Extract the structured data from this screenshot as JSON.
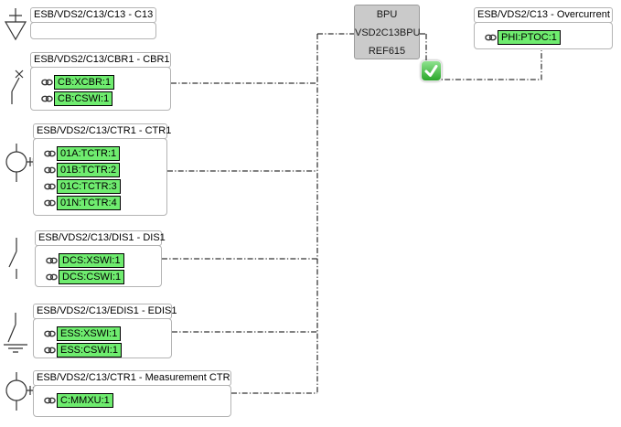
{
  "diagram": {
    "nodes": [
      {
        "title": "ESB/VDS2/C13/C13 - C13",
        "icon": "load-symbol",
        "items": []
      },
      {
        "title": "ESB/VDS2/C13/CBR1 - CBR1",
        "icon": "circuit-breaker-symbol",
        "items": [
          "CB:XCBR:1",
          "CB:CSWI:1"
        ]
      },
      {
        "title": "ESB/VDS2/C13/CTR1 - CTR1",
        "icon": "current-transformer-symbol",
        "items": [
          "01A:TCTR:1",
          "01B:TCTR:2",
          "01C:TCTR:3",
          "01N:TCTR:4"
        ]
      },
      {
        "title": "ESB/VDS2/C13/DIS1 - DIS1",
        "icon": "disconnector-symbol",
        "items": [
          "DCS:XSWI:1",
          "DCS:CSWI:1"
        ]
      },
      {
        "title": "ESB/VDS2/C13/EDIS1 - EDIS1",
        "icon": "earth-switch-symbol",
        "items": [
          "ESS:XSWI:1",
          "ESS:CSWI:1"
        ]
      },
      {
        "title": "ESB/VDS2/C13/CTR1 - Measurement CTR",
        "icon": "current-transformer-symbol",
        "items": [
          "C:MMXU:1"
        ]
      },
      {
        "title": "ESB/VDS2/C13 - Overcurrent",
        "icon": "none",
        "items": [
          "PHI:PTOC:1"
        ]
      }
    ],
    "device": {
      "line1": "BPU",
      "line2": "VSD2C13BPU",
      "line3": "REF615"
    },
    "status_icon": "green-checkmark",
    "colors": {
      "chip_green": "#6fec6f",
      "chip_border": "#000000",
      "device_fill": "#cacaca",
      "device_border": "#9b9b9b",
      "box_border": "#b4b4b4",
      "check_green_top": "#8fe28f",
      "check_green_bottom": "#2aa72a",
      "line_color": "#000000"
    }
  }
}
